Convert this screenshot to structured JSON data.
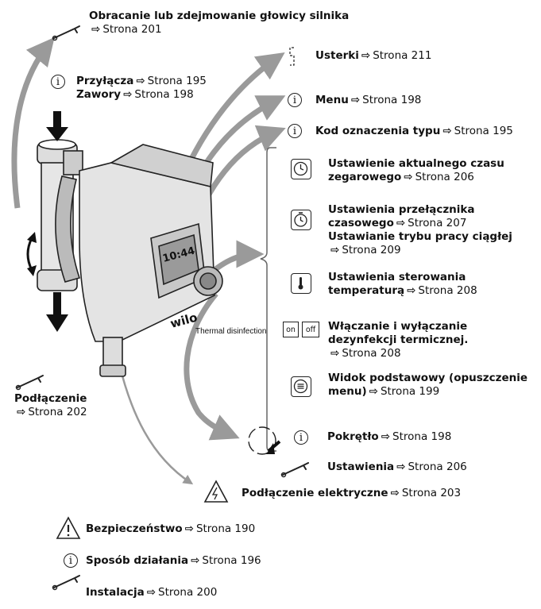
{
  "labels": {
    "motor_head": {
      "bold": "Obracanie lub zdejmowanie głowicy silnika",
      "page": "Strona 201"
    },
    "connections": {
      "bold": "Przyłącza",
      "page": "Strona 195"
    },
    "valves": {
      "bold": "Zawory",
      "page": "Strona 198"
    },
    "faults": {
      "bold": "Usterki",
      "page": "Strona 211"
    },
    "menu": {
      "bold": "Menu",
      "page": "Strona 198"
    },
    "type_code": {
      "bold": "Kod oznaczenia typu",
      "page": "Strona 195"
    },
    "clock": {
      "bold1": "Ustawienie aktualnego czasu",
      "bold2": "zegarowego",
      "page": "Strona 206"
    },
    "timer": {
      "bold1": "Ustawienia przełącznika",
      "bold2": "czasowego",
      "page": "Strona 207"
    },
    "continuous": {
      "bold": "Ustawianie trybu pracy ciągłej",
      "page": "Strona 209"
    },
    "temperature": {
      "bold1": "Ustawienia sterowania",
      "bold2": "temperaturą",
      "page": "Strona 208"
    },
    "disinfection": {
      "bold1": "Włączanie i wyłączanie",
      "bold2": "dezynfekcji termicznej.",
      "page": "Strona 208"
    },
    "base_view": {
      "bold1": "Widok podstawowy (opuszczenie",
      "bold2": "menu)",
      "page": "Strona 199"
    },
    "connection": {
      "bold": "Podłączenie",
      "page": "Strona 202"
    },
    "knob": {
      "bold": "Pokrętło",
      "page": "Strona 198"
    },
    "settings": {
      "bold": "Ustawienia",
      "page": "Strona 206"
    },
    "electrical": {
      "bold": "Podłączenie elektryczne",
      "page": "Strona 203"
    },
    "safety": {
      "bold": "Bezpieczeństwo",
      "page": "Strona 190"
    },
    "operation": {
      "bold": "Sposób działania",
      "page": "Strona 196"
    },
    "installation": {
      "bold": "Instalacja",
      "page": "Strona 200"
    }
  },
  "thermal": {
    "caption": "Thermal disinfection",
    "on": "on",
    "off": "off"
  },
  "pump": {
    "brand": "wilo",
    "display": "10:44"
  },
  "colors": {
    "arrow_gray": "#9a9a9a",
    "ink": "#111111"
  }
}
